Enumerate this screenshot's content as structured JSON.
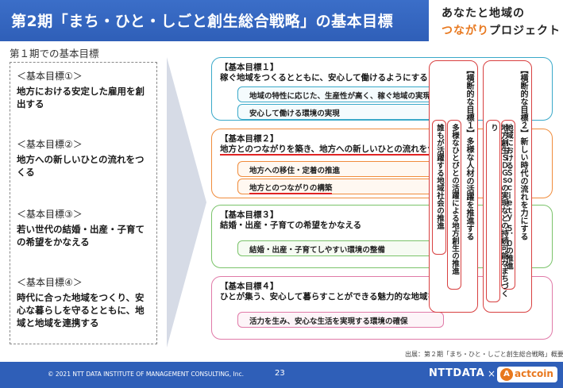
{
  "header": {
    "title": "第2期「まち・ひと・しごと創生総合戦略」の基本目標",
    "brand_line1": "あなたと地域の",
    "brand_line2_accent": "つながり",
    "brand_line2_rest": "プロジェクト",
    "bar_color": "#2f5fb8",
    "accent_color": "#e8781e"
  },
  "left": {
    "subtitle": "第１期での基本目標",
    "goals": [
      {
        "head": "＜基本目標①＞",
        "text": "地方における安定した雇用を創出する"
      },
      {
        "head": "＜基本目標②＞",
        "text": "地方への新しいひとの流れをつくる"
      },
      {
        "head": "＜基本目標③＞",
        "text": "若い世代の結婚・出産・子育ての希望をかなえる"
      },
      {
        "head": "＜基本目標④＞",
        "text": "時代に合った地域をつくり、安心な暮らしを守るとともに、地域と地域を連携する"
      }
    ]
  },
  "diagram": {
    "goals": [
      {
        "label": "【基本目標１】",
        "text": "稼ぐ地域をつくるとともに、安心して働けるようにする",
        "subs": [
          "地域の特性に応じた、生産性が高く、稼ぐ地域の実現",
          "安心して働ける環境の実現"
        ]
      },
      {
        "label": "【基本目標２】",
        "text": "地方とのつながりを築き、地方への新しいひとの流れをつくる",
        "subs": [
          "地方への移住・定着の推進",
          "地方とのつながりの構築"
        ]
      },
      {
        "label": "【基本目標３】",
        "text": "結婚・出産・子育ての希望をかなえる",
        "subs": [
          "結婚・出産・子育てしやすい環境の整備"
        ]
      },
      {
        "label": "【基本目標４】",
        "text": "ひとが集う、安心して暮らすことができる魅力的な地域をつくる",
        "subs": [
          "活力を生み、安心な生活を実現する環境の確保"
        ]
      }
    ],
    "cross1": {
      "head": "【横断的な目標１】",
      "title": "多様な人材の活躍を推進する",
      "inner1": "多様なひとびとの活躍による地方創生の推進",
      "inner2": "誰もが活躍する地域社会の推進"
    },
    "cross2": {
      "head": "【横断的な目標２】",
      "title": "新しい時代の流れを力にする",
      "inner1": "地域におけるＳｏｃｉｅｔｙ ５．０の推進",
      "inner2": "地方創生ＳＤＧｓの実現などの持続可能なまちづくり"
    }
  },
  "source": "出展：第２期「まち・ひと・しごと創生総合戦略」概要",
  "footer": {
    "copyright": "© 2021 NTT DATA INSTITUTE OF MANAGEMENT CONSULTING, Inc.",
    "page": "23",
    "ntt": "NTTDATA",
    "times": "×",
    "actcoin": "actcoin",
    "actcoin_mark": "A"
  }
}
